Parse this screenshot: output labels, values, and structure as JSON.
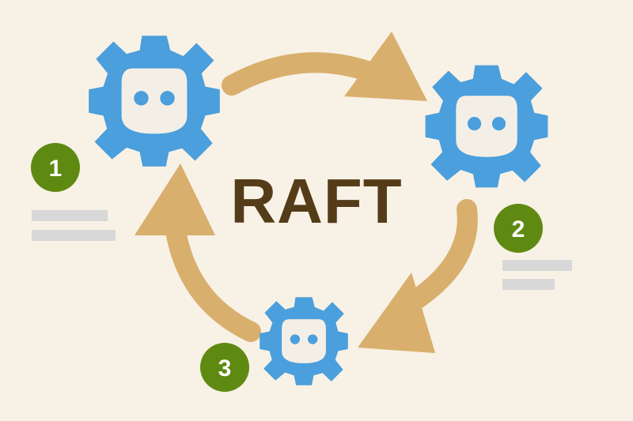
{
  "title": "RAFT",
  "nodes": [
    {
      "id": "node-1",
      "badge": "1"
    },
    {
      "id": "node-2",
      "badge": "2"
    },
    {
      "id": "node-3",
      "badge": "3"
    }
  ],
  "colors": {
    "background": "#f8f1e6",
    "title": "#553c19",
    "arrow": "#d8af6c",
    "gear": "#4a9fdc",
    "face": "#f4efe6",
    "eyes": "#4a9fdc",
    "badge": "#5f8a12",
    "badge_text": "#ffffff",
    "placeholder_line": "#d8d8d8"
  },
  "icons": {
    "node": "gear-robot-icon",
    "arrow": "cycle-arrow",
    "placeholder": "placeholder-text-lines"
  }
}
